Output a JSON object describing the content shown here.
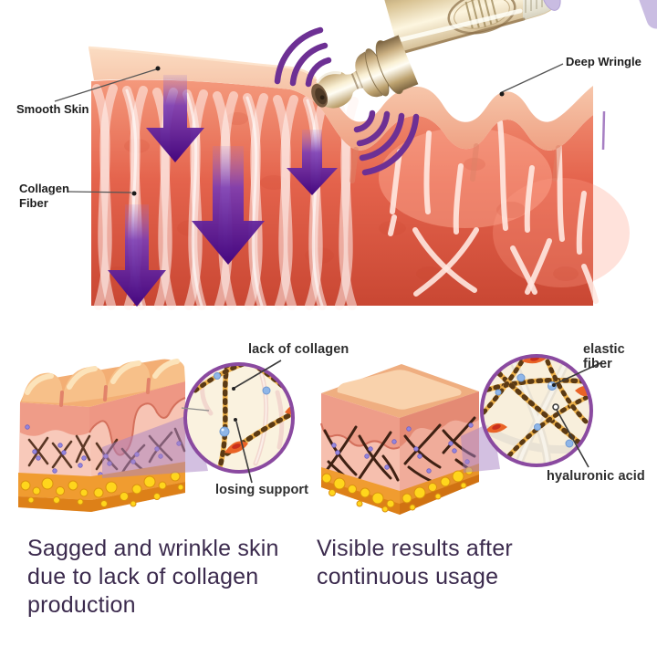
{
  "top_diagram": {
    "labels": {
      "smooth_skin": "Smooth Skin",
      "collagen_fiber": "Collagen Fiber",
      "deep_wrinkle": "Deep Wringle"
    }
  },
  "before_panel": {
    "magnifier_label_top": "lack of collagen",
    "magnifier_label_bottom": "losing support",
    "caption": "Sagged and wrinkle skin due to lack of collagen production"
  },
  "after_panel": {
    "magnifier_label_top": "elastic fiber",
    "magnifier_label_bottom": "hyaluronic acid",
    "caption": "Visible results after continuous usage"
  },
  "colors": {
    "accent_purple": "#6d3094",
    "arrow_purple": "#45067e",
    "caption_text": "#3b2a4d",
    "label_text": "#1d1d1d",
    "dermis_red": "#e4634c",
    "epidermis_peach": "#f5bb96",
    "magnifier_border": "#8a4aa0",
    "fat_yellow": "#ffd61c",
    "device_gold": "#cbb184"
  }
}
